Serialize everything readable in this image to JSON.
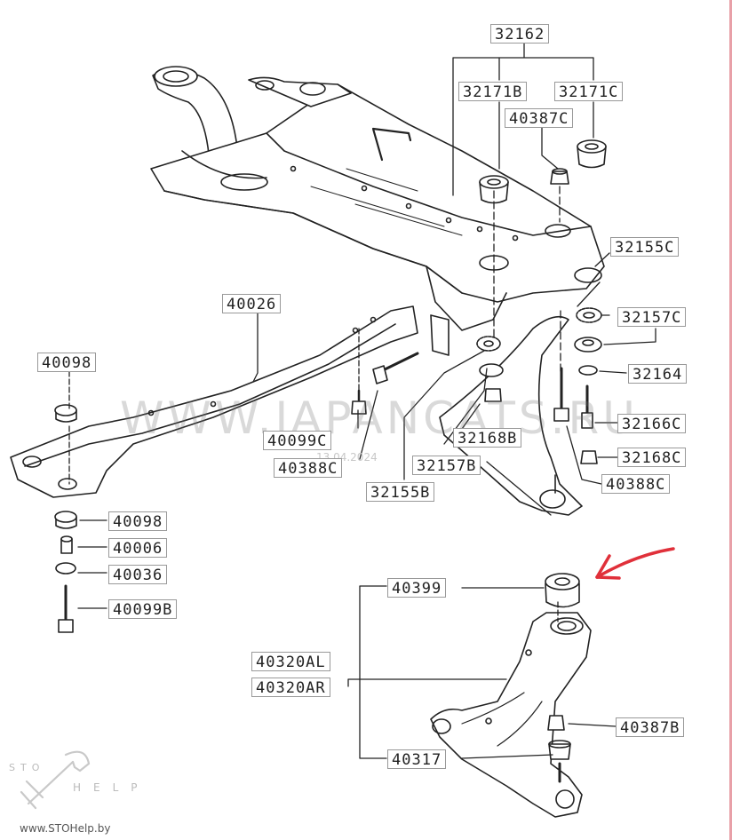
{
  "labels": {
    "p32162": "32162",
    "p32171B": "32171B",
    "p32171C": "32171C",
    "p40387C": "40387C",
    "p32155C": "32155C",
    "p32157C": "32157C",
    "p32164": "32164",
    "p32166C": "32166C",
    "p32168C": "32168C",
    "p40388C_right": "40388C",
    "p40026": "40026",
    "p40098_top": "40098",
    "p40099C": "40099C",
    "p40388C_left": "40388C",
    "p32155B": "32155B",
    "p32157B": "32157B",
    "p32168B": "32168B",
    "p40098_bottom": "40098",
    "p40006": "40006",
    "p40036": "40036",
    "p40099B": "40099B",
    "p40399": "40399",
    "p40320AL": "40320AL",
    "p40320AR": "40320AR",
    "p40317": "40317",
    "p40387B": "40387B"
  },
  "watermark": "WWW.JAPANCATS.RU",
  "date_stamp": "13.04.2024",
  "sto_help": {
    "sto": "STO",
    "help": "HELP",
    "url": "www.STOHelp.by"
  },
  "annotation": {
    "arrow_color": "#e0303a",
    "target": "40399"
  },
  "icons": [
    "wrench-icon",
    "red-arrow-icon"
  ]
}
